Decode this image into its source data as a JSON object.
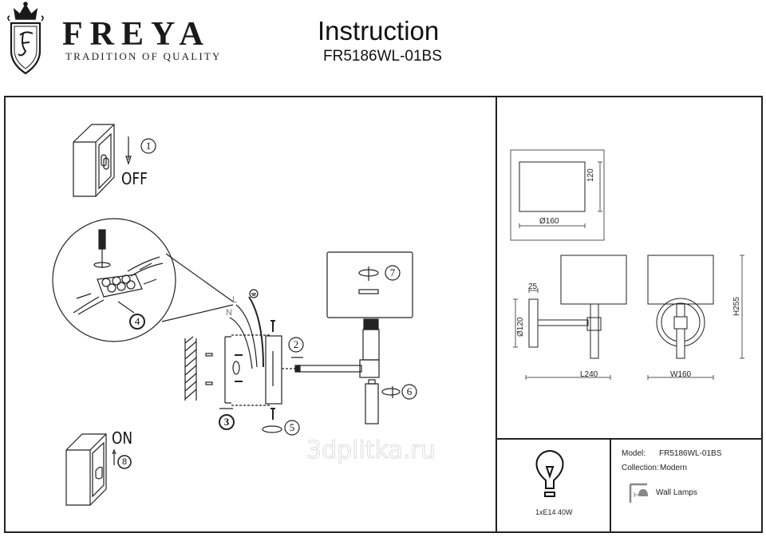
{
  "header": {
    "brand": "FREYA",
    "tagline": "TRADITION OF QUALITY",
    "logo_icon": "crowned-shield-F-icon",
    "title": "Instruction",
    "model": "FR5186WL-01BS"
  },
  "steps": [
    {
      "number": "1",
      "label": "OFF",
      "description": "switch-off-power"
    },
    {
      "number": "2",
      "label": "",
      "description": "detach-bracket"
    },
    {
      "number": "3",
      "label": "",
      "description": "mount-bracket-to-wall"
    },
    {
      "number": "4",
      "label": "",
      "description": "connect-wires-terminal-block"
    },
    {
      "number": "5",
      "label": "",
      "description": "fasten-screws"
    },
    {
      "number": "6",
      "label": "",
      "description": "install-lamp-holder"
    },
    {
      "number": "7",
      "label": "",
      "description": "attach-shade"
    },
    {
      "number": "8",
      "label": "ON",
      "description": "switch-on-power"
    }
  ],
  "wiring": {
    "live": "L",
    "neutral": "N",
    "ground_icon": "ground-icon"
  },
  "dimensions": {
    "top_view_diameter": "Ø160",
    "top_view_height": "120",
    "base_depth": "25",
    "base_diameter": "Ø120",
    "length": "L240",
    "width": "W160",
    "height": "H255"
  },
  "specs": {
    "bulb": "1xE14 40W",
    "model_label": "Model:",
    "model_value": "FR5186WL-01BS",
    "collection_label": "Collection:",
    "collection_value": "Modern",
    "category": "Wall Lamps",
    "category_icon": "wall-lamp-icon",
    "bulb_icon": "light-bulb-icon"
  },
  "watermark": "3dplitka.ru"
}
